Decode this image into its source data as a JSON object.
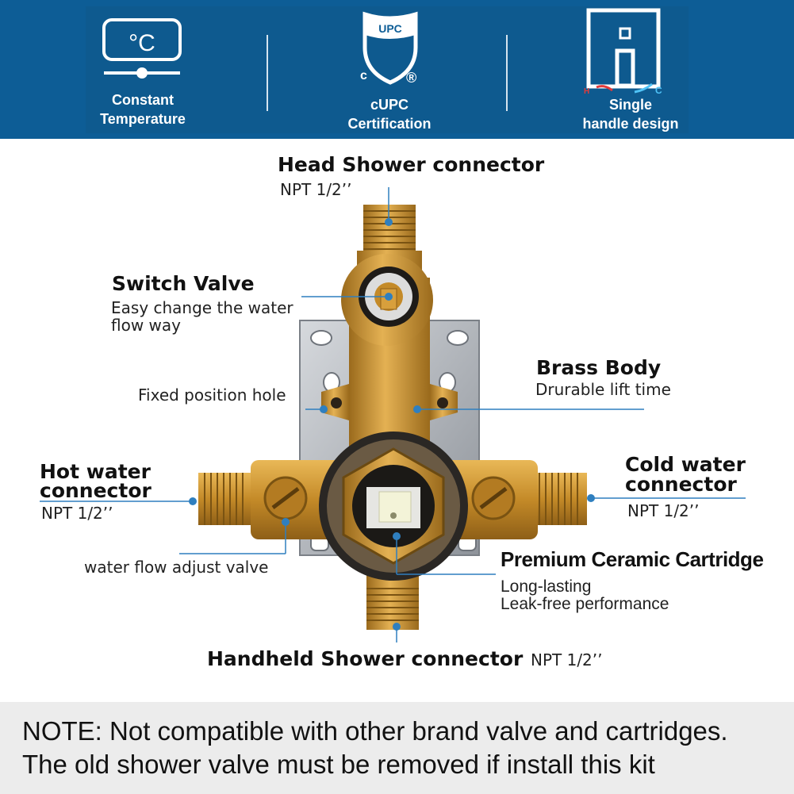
{
  "features": [
    {
      "label_line1": "Constant",
      "label_line2": "Temperature",
      "icon": "thermostat-icon",
      "icon_text": "°C"
    },
    {
      "label_line1": "cUPC",
      "label_line2": "Certification",
      "icon": "cupc-shield-icon",
      "icon_text": "UPC",
      "icon_c": "c",
      "icon_r": "®"
    },
    {
      "label_line1": "Single",
      "label_line2": "handle design",
      "icon": "single-handle-icon",
      "hot": "H",
      "cold": "C"
    }
  ],
  "callouts": {
    "head_shower": {
      "title": "Head Shower connector",
      "spec": "NPT  1/2’’"
    },
    "switch_valve": {
      "title": "Switch Valve",
      "line1": "Easy change the water",
      "line2": "flow way"
    },
    "fixed_hole": {
      "title": "Fixed position hole"
    },
    "brass_body": {
      "title": "Brass Body",
      "spec": "Drurable lift time"
    },
    "hot_water": {
      "line1": "Hot water",
      "line2": "connector",
      "spec": "NPT  1/2’’"
    },
    "cold_water": {
      "line1": "Cold water",
      "line2": "connector",
      "spec": "NPT  1/2’’"
    },
    "flow_adjust": {
      "title": "water flow adjust valve"
    },
    "cartridge": {
      "title": "Premium Ceramic Cartridge",
      "line1": "Long-lasting",
      "line2": "Leak-free performance"
    },
    "handheld": {
      "title": "Handheld Shower connector",
      "spec": "NPT  1/2’’"
    }
  },
  "note": {
    "line1": "NOTE: Not compatible with other brand valve and cartridges.",
    "line2": "The old shower valve must be removed if install this kit"
  },
  "colors": {
    "banner": "#0d5d96",
    "leader_line": "#2f7fbf",
    "brass": "#c9922f",
    "bracket": "#a9adb3"
  }
}
